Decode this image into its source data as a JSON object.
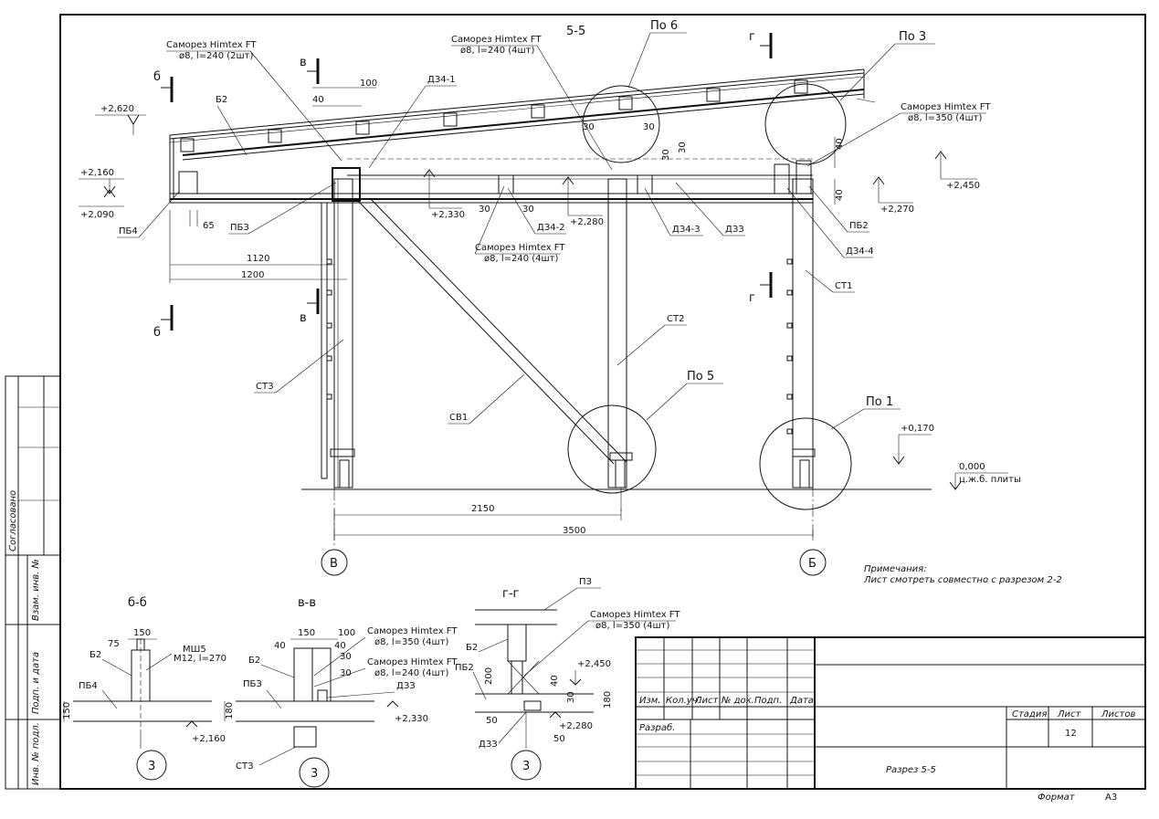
{
  "section_title": "5-5",
  "labels": {
    "screw_2": "Саморез Himtex FT",
    "screw_2_spec": "ø8, l=240 (2шт)",
    "screw_4a": "Саморез Himtex FT",
    "screw_4a_spec": "ø8, l=240 (4шт)",
    "screw_4b": "Саморез Himtex FT",
    "screw_4b_spec": "ø8, l=240 (4шт)",
    "screw_350": "Саморез Himtex FT",
    "screw_350_spec": "ø8, l=350 (4шт)",
    "po6": "По 6",
    "po3": "По 3",
    "po5": "По 5",
    "po1": "По 1",
    "b2": "Б2",
    "dz4_1": "ДЗ4-1",
    "dz4_2": "ДЗ4-2",
    "dz4_3": "ДЗ4-3",
    "dz4_4": "ДЗ4-4",
    "dz3": "ДЗЗ",
    "pb2": "ПБ2",
    "pb3": "ПБЗ",
    "pb4": "ПБ4",
    "st1": "СТ1",
    "st2": "СТ2",
    "st3": "СТЗ",
    "sv1": "СВ1",
    "axis_v": "В",
    "axis_b": "Б",
    "sec_b": "б",
    "sec_v": "в",
    "sec_g": "г"
  },
  "levels": {
    "l2620": "+2,620",
    "l2160": "+2,160",
    "l2090": "+2,090",
    "l2330": "+2,330",
    "l2280": "+2,280",
    "l2450": "+2,450",
    "l2270": "+2,270",
    "l0170": "+0,170",
    "l0000": "0,000",
    "slab": "ц.ж.б. плиты"
  },
  "dims": {
    "d40": "40",
    "d100": "100",
    "d30": "30",
    "d65": "65",
    "d1120": "1120",
    "d1200": "1200",
    "d2150": "2150",
    "d3500": "3500",
    "d150": "150",
    "d75": "75",
    "d180": "180",
    "d200": "200",
    "d50": "50"
  },
  "notes": {
    "title": "Примечания:",
    "text": "Лист смотреть совместно с разрезом 2-2"
  },
  "details": {
    "bb_title": "б-б",
    "vv_title": "в-в",
    "gg_title": "г-г",
    "mw": "МШ5",
    "mw_spec": "М12, l=270",
    "p3": "ПЗ",
    "circle3": "3"
  },
  "stamp": {
    "izm": "Изм.",
    "kol": "Кол.уч.",
    "list": "Лист",
    "ndok": "№ док.",
    "podp": "Подп.",
    "data": "Дата",
    "razrab": "Разраб.",
    "stadiya": "Стадия",
    "list_h": "Лист",
    "listov": "Листов",
    "list_no": "12",
    "title": "Разрез 5-5",
    "format": "Формат",
    "format_val": "А3"
  },
  "side": {
    "soglasovano": "Согласовано",
    "vzam": "Взам. инв. №",
    "podp_data": "Подп. и дата",
    "inv": "Инв. № подл."
  }
}
